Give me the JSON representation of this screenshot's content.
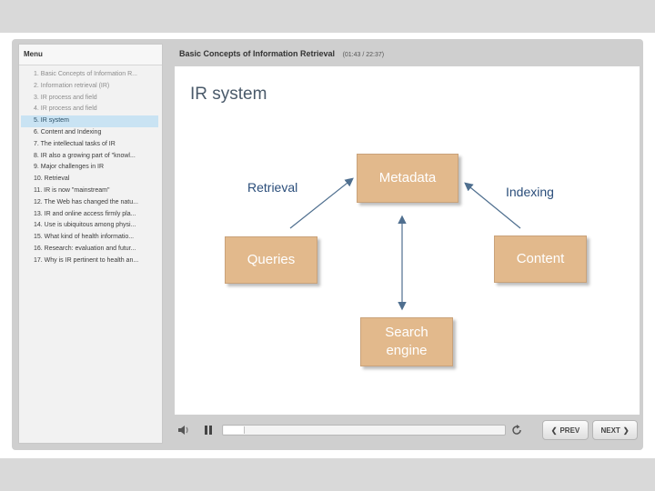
{
  "menu": {
    "header": "Menu",
    "items": [
      {
        "label": "1. Basic Concepts of Information R...",
        "state": "visited"
      },
      {
        "label": "2. Information retrieval (IR)",
        "state": "visited"
      },
      {
        "label": "3. IR process and field",
        "state": "visited"
      },
      {
        "label": "4. IR process and field",
        "state": "visited"
      },
      {
        "label": "5. IR system",
        "state": "active"
      },
      {
        "label": "6. Content and Indexing",
        "state": "normal"
      },
      {
        "label": "7. The intellectual tasks of IR",
        "state": "normal"
      },
      {
        "label": "8. IR also a growing part of \"knowl...",
        "state": "normal"
      },
      {
        "label": "9. Major challenges in IR",
        "state": "normal"
      },
      {
        "label": "10. Retrieval",
        "state": "normal"
      },
      {
        "label": "11. IR is now \"mainstream\"",
        "state": "normal"
      },
      {
        "label": "12. The Web has changed the natu...",
        "state": "normal"
      },
      {
        "label": "13. IR and online access firmly pla...",
        "state": "normal"
      },
      {
        "label": "14. Use is ubiquitous among physi...",
        "state": "normal"
      },
      {
        "label": "15. What kind of health informatio...",
        "state": "normal"
      },
      {
        "label": "16. Research: evaluation and futur...",
        "state": "normal"
      },
      {
        "label": "17. Why is IR pertinent to health an...",
        "state": "normal"
      }
    ]
  },
  "header": {
    "title": "Basic Concepts of Information Retrieval",
    "time": "(01:43 / 22:37)"
  },
  "slide": {
    "title": "IR system",
    "boxes": {
      "metadata": "Metadata",
      "queries": "Queries",
      "content": "Content",
      "search_engine_line1": "Search",
      "search_engine_line2": "engine"
    },
    "labels": {
      "retrieval": "Retrieval",
      "indexing": "Indexing"
    }
  },
  "controls": {
    "prev_label": "PREV",
    "next_label": "NEXT",
    "progress_fraction": 0.073,
    "icons": [
      "volume-icon",
      "pause-icon",
      "replay-icon",
      "prev-arrow-icon",
      "next-arrow-icon"
    ]
  },
  "colors": {
    "box_fill": "#e2b98c",
    "label_text": "#2a4d7a",
    "active_item": "#c9e3f3"
  }
}
